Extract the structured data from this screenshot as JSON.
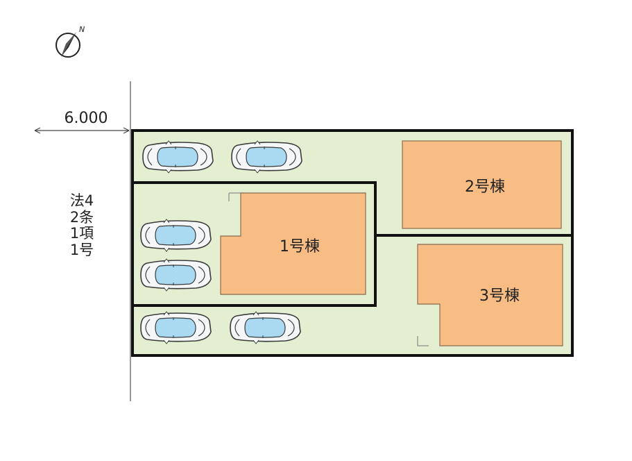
{
  "compass": {
    "north_label": "N",
    "icon": "compass-north-icon"
  },
  "road": {
    "width_label": "6.000",
    "designation": "法42条1項1号"
  },
  "buildings": [
    {
      "id": "building-1",
      "label": "1号棟"
    },
    {
      "id": "building-2",
      "label": "2号棟"
    },
    {
      "id": "building-3",
      "label": "3号棟"
    }
  ],
  "parking": {
    "car_count": 6,
    "icon": "car-icon"
  },
  "colors": {
    "lot_fill": "#e3efd0",
    "building_fill": "#f8bd85",
    "building_stroke": "#9a7a5a",
    "boundary": "#111111",
    "car_window": "#a9daf2"
  }
}
